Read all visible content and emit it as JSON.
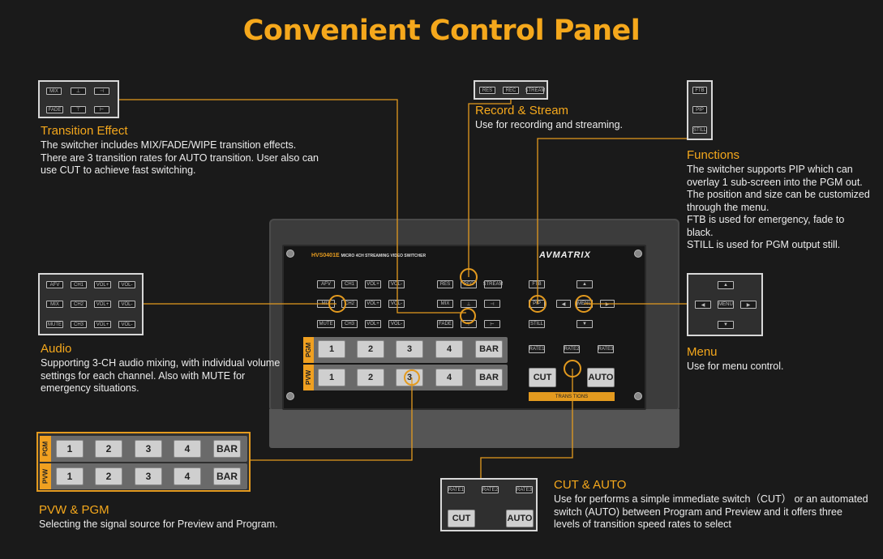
{
  "page_title": "Convenient Control Panel",
  "colors": {
    "accent": "#f5a81c",
    "background": "#1a1a1a",
    "text": "#ececec"
  },
  "transition": {
    "heading": "Transition Effect",
    "desc": "The switcher includes MIX/FADE/WIPE transition effects. There are 3 transition rates for AUTO transition. User also can use CUT to achieve fast switching.",
    "inset_buttons": [
      "MIX",
      "FADE"
    ]
  },
  "record": {
    "heading": "Record & Stream",
    "desc": "Use for recording and streaming.",
    "inset_buttons": [
      "RES",
      "REC",
      "STREAM"
    ]
  },
  "functions": {
    "heading": "Functions",
    "desc_lines": [
      "The switcher supports PIP which can overlay 1 sub-screen into the PGM out. The position and size can be customized through the menu.",
      "FTB is used for emergency, fade to black.",
      "STILL is used for PGM output still."
    ],
    "inset_buttons": [
      "FTB",
      "PIP",
      "STILL"
    ]
  },
  "audio": {
    "heading": "Audio",
    "desc": "Supporting 3-CH audio mixing, with individual volume settings for each channel. Also with MUTE for emergency situations.",
    "rows": [
      [
        "AFV",
        "CH1",
        "VOL+",
        "VOL-"
      ],
      [
        "MIX",
        "CH2",
        "VOL+",
        "VOL-"
      ],
      [
        "MUTE",
        "CH3",
        "VOL+",
        "VOL-"
      ]
    ]
  },
  "menu": {
    "heading": "Menu",
    "desc": "Use for menu control.",
    "center_label": "MENU"
  },
  "pvw_pgm": {
    "heading": "PVW & PGM",
    "desc": "Selecting the signal source for Preview and Program.",
    "pgm_label": "PGM",
    "pvw_label": "PVW",
    "keys": [
      "1",
      "2",
      "3",
      "4",
      "BAR"
    ]
  },
  "cut_auto": {
    "heading": "CUT & AUTO",
    "desc": "Use for performs a simple immediate switch（CUT） or an automated switch (AUTO) between Program and Preview and it offers three levels of transition speed rates to select",
    "rates": [
      "RATE1",
      "RATE2",
      "RATE3"
    ],
    "cut_label": "CUT",
    "auto_label": "AUTO"
  },
  "device": {
    "model": "HVS0401E",
    "model_sub": "MICRO 4CH STREAMING VIDEO SWITCHER",
    "brand": "AVMATRIX",
    "pgm_label": "PGM",
    "pvw_label": "PVW",
    "keys": [
      "1",
      "2",
      "3",
      "4",
      "BAR"
    ],
    "audio_rows": [
      [
        "AFV",
        "CH1",
        "VOL+",
        "VOL-"
      ],
      [
        "MIX",
        "CH2",
        "VOL+",
        "VOL-"
      ],
      [
        "MUTE",
        "CH3",
        "VOL+",
        "VOL-"
      ]
    ],
    "rec_row": [
      "RES",
      "REC",
      "STREAM"
    ],
    "mix_row": "MIX",
    "fade_row": "FADE",
    "func_buttons": [
      "FTB",
      "PIP",
      "STILL"
    ],
    "menu_label": "MENU",
    "rates": [
      "RATE1",
      "RATE2",
      "RATE3"
    ],
    "cut_label": "CUT",
    "auto_label": "AUTO",
    "transitions_label": "TRANSITIONS"
  }
}
